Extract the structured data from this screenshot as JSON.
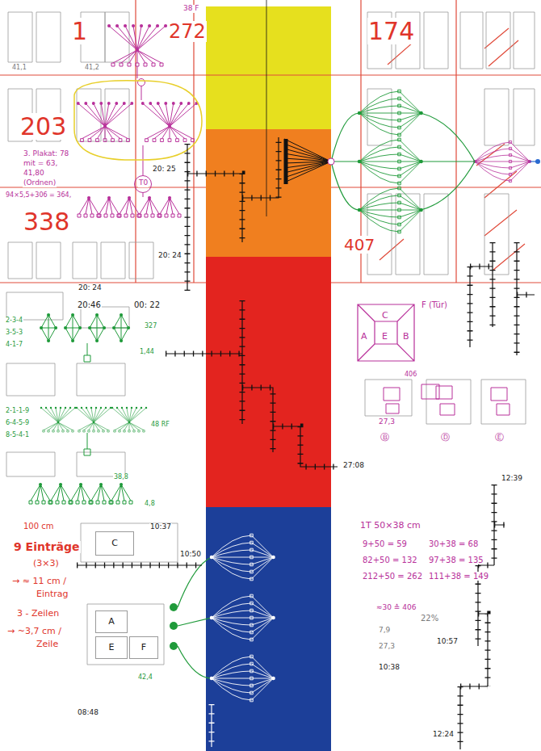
{
  "diagram": {
    "nodes": [
      {
        "text": [
          "F (Tür)"
        ]
      },
      {
        "text": [
          "C"
        ],
        "in": 0
      },
      {
        "text": [
          "A"
        ],
        "in": 0
      },
      {
        "text": [
          "E"
        ],
        "in": 0
      },
      {
        "text": [
          "B"
        ],
        "in": 0
      },
      {
        "text": [
          "C"
        ]
      },
      {
        "text": [
          "A"
        ]
      },
      {
        "text": [
          "E"
        ]
      },
      {
        "text": [
          "F"
        ]
      }
    ],
    "labels": [
      "1",
      "272",
      "38 F",
      "174",
      "203",
      "3. Plakat: 78",
      "mit = 63,",
      "41,80",
      "(Ordnen)",
      "94×5,5+306 = 364,",
      "338",
      "T0",
      "407",
      "20: 25",
      "20: 24",
      "20: 24",
      "20:46",
      "00: 22",
      "2-3-4",
      "3-5-3",
      "4-1-7",
      "327",
      "1,44",
      "2-1-1-9",
      "6-4-5-9",
      "8-5-4-1",
      "48 RF",
      "38,8",
      "4,8",
      "100 cm",
      "9 Einträge",
      "(3×3)",
      "→ ≈ 11 cm /",
      "Eintrag",
      "3 - Zeilen",
      "→ ~3,7 cm /",
      "Zeile",
      "10:37",
      "10:50",
      "08:48",
      "27:08",
      "1T 50×38 cm",
      "9+50 = 59",
      "82+50 = 132",
      "212+50 = 262",
      "30+38 = 68",
      "97+38 = 135",
      "111+38 = 149",
      "≈30 ≙ 406",
      "7,9",
      "27,3",
      "10:38",
      "22%",
      "12:39",
      "10:57",
      "12:24",
      "27,3",
      "Ⓑ",
      "Ⓓ",
      "Ⓔ",
      "406",
      "41,1",
      "41,2",
      "42,4"
    ]
  }
}
